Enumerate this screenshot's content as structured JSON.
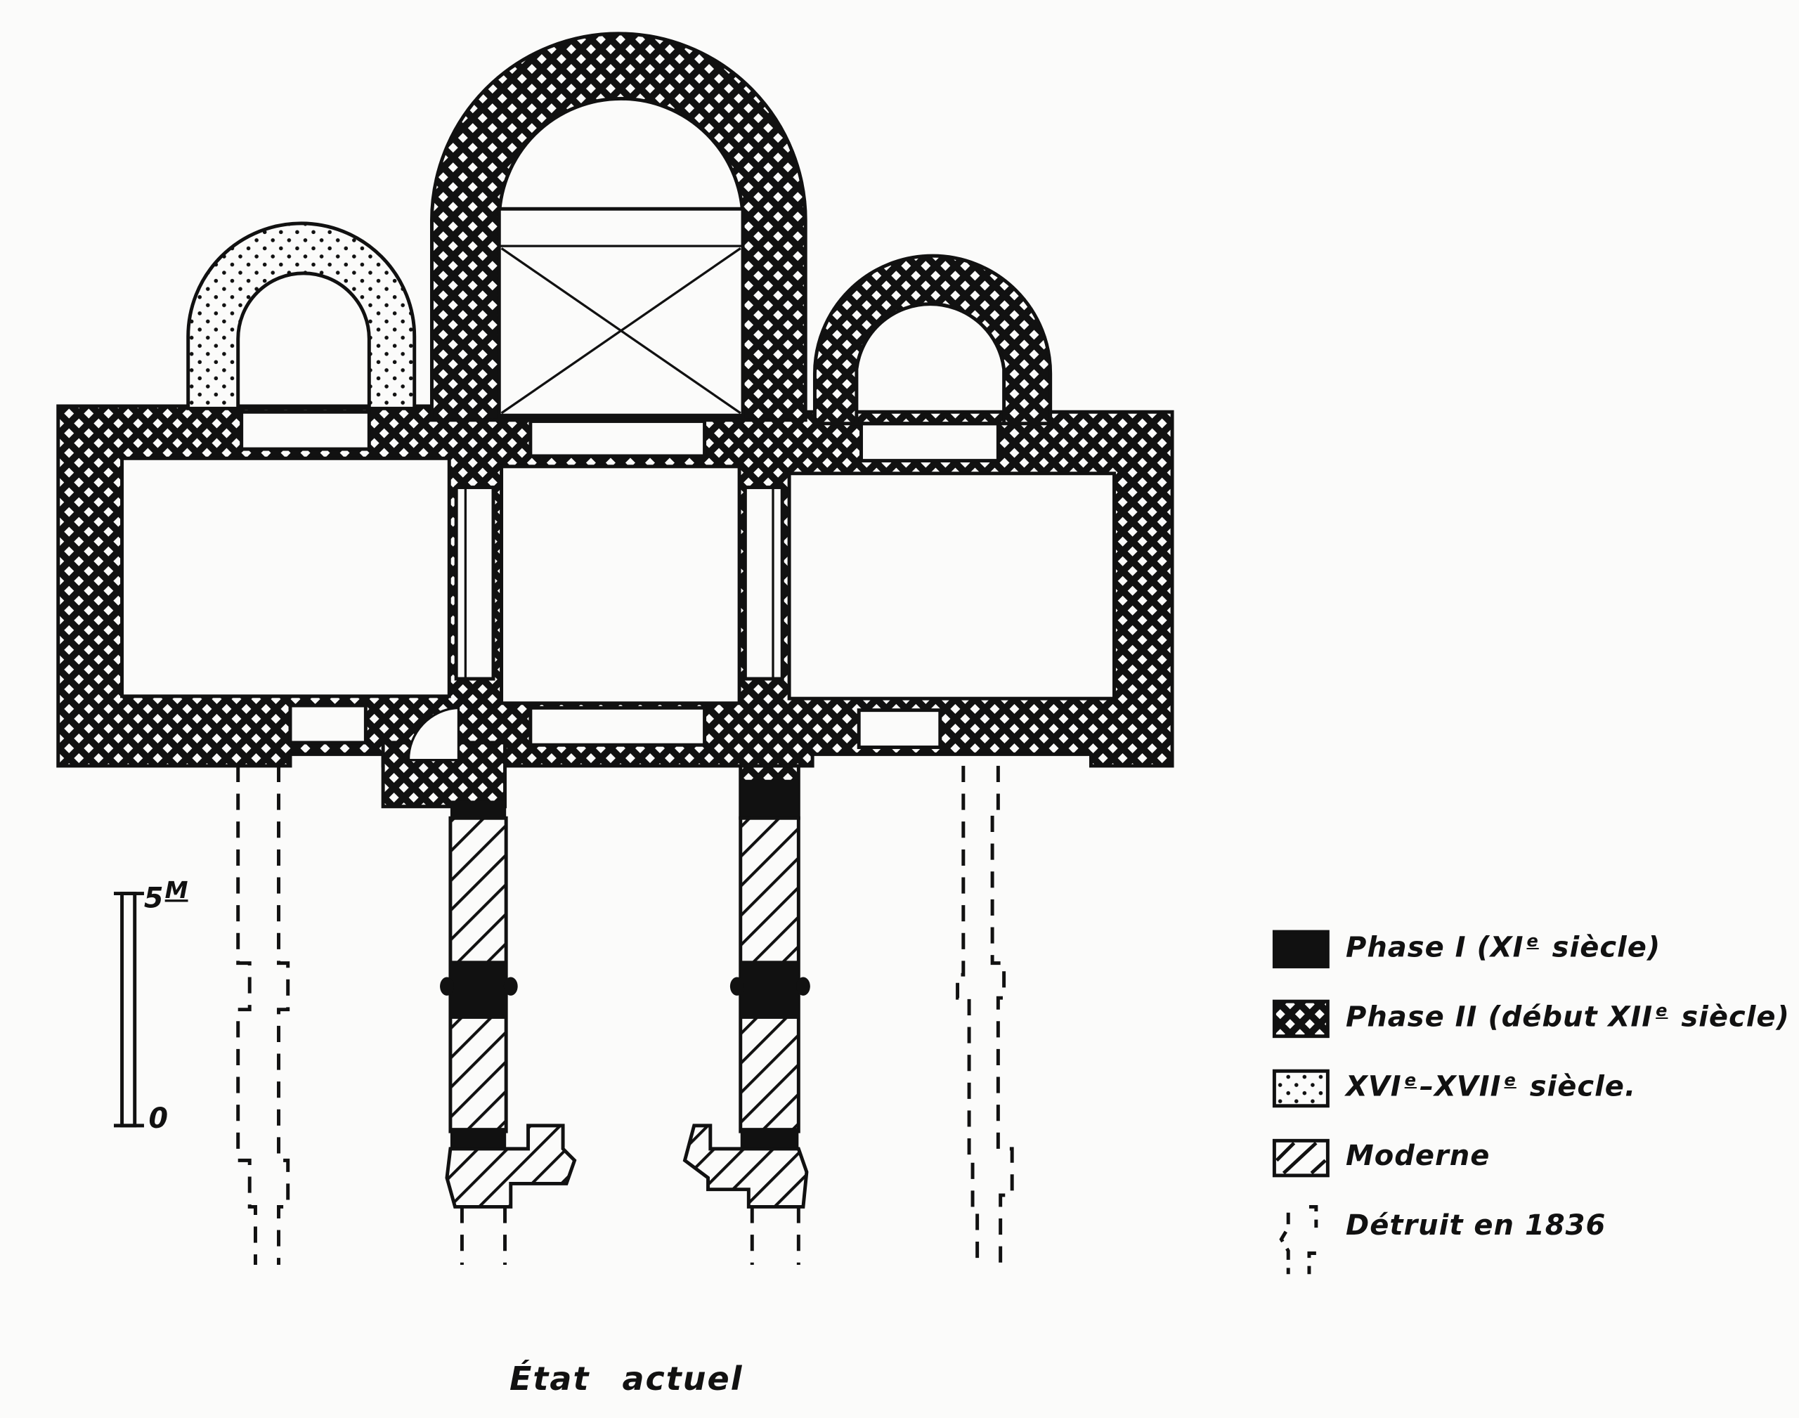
{
  "title": "État actuel",
  "scale_bar": {
    "top_label": "5",
    "unit": "M",
    "bottom_label": "0"
  },
  "legend": [
    {
      "pattern": "solid-black",
      "pre": "Phase I (XI",
      "sup": "e",
      "post": " siècle)"
    },
    {
      "pattern": "crosshatch",
      "pre": "Phase II (début XII",
      "sup": "e",
      "post": " siècle)"
    },
    {
      "pattern": "dots",
      "pre": "XVI",
      "sup": "e",
      "mid": "–XVII",
      "sup2": "e",
      "post": " siècle."
    },
    {
      "pattern": "diagonal-hatch",
      "pre": "Moderne"
    },
    {
      "pattern": "dashed-outline",
      "pre": "Détruit en 1836"
    }
  ],
  "colors": {
    "ink": "#111111",
    "paper": "#fbfbfa"
  }
}
